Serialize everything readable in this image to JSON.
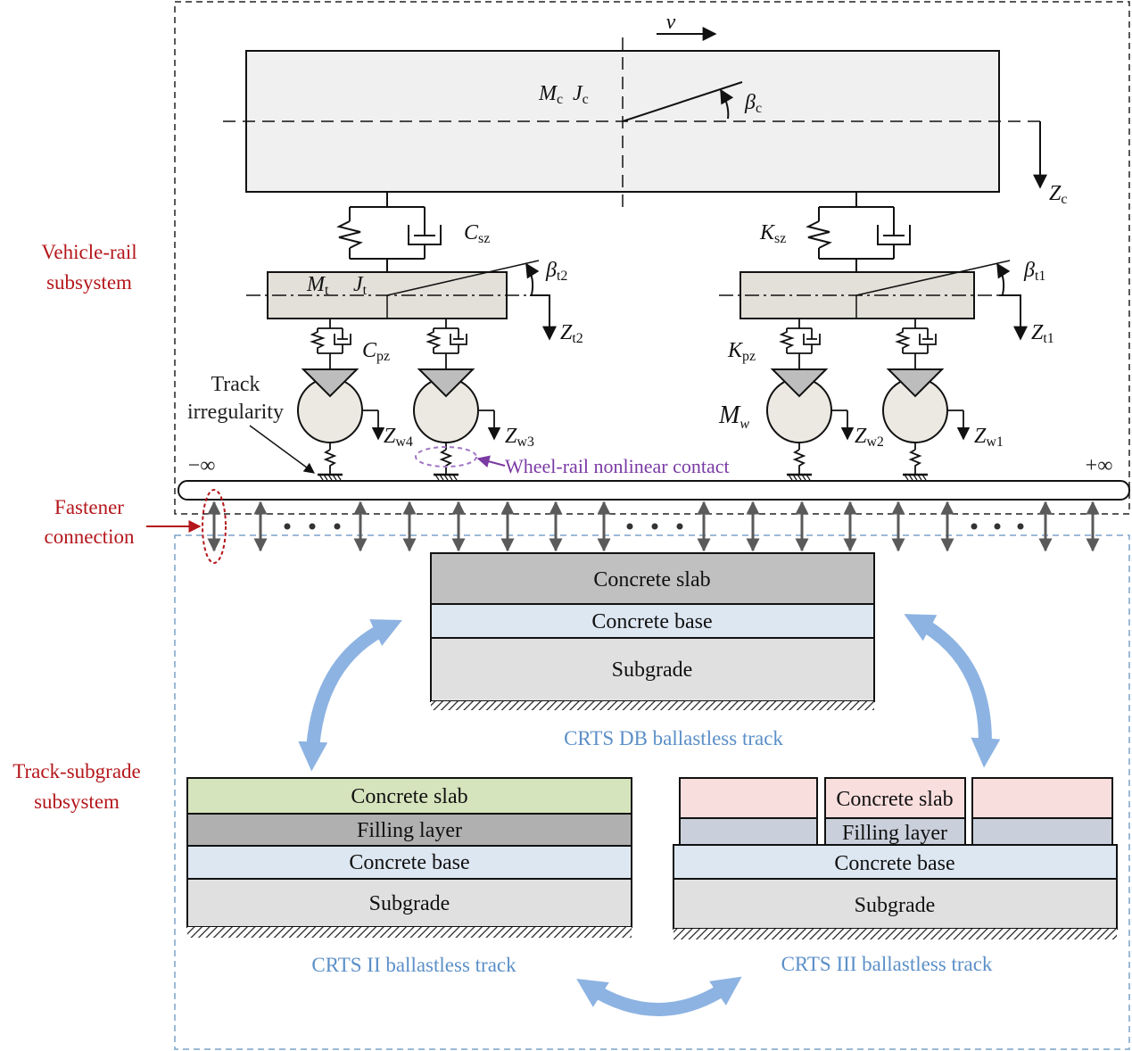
{
  "subsystems": {
    "vehicle_rail_line1": "Vehicle-rail",
    "vehicle_rail_line2": "subsystem",
    "fastener_line1": "Fastener",
    "fastener_line2": "connection",
    "track_subgrade_line1": "Track-subgrade",
    "track_subgrade_line2": "subsystem"
  },
  "vehicle": {
    "velocity": "v",
    "car_mass": "M",
    "car_mass_sub": "c",
    "car_inertia": "J",
    "car_inertia_sub": "c",
    "car_pitch": "β",
    "car_pitch_sub": "c",
    "car_bounce": "Z",
    "car_bounce_sub": "c",
    "secondary_damping": "C",
    "secondary_damping_sub": "sz",
    "secondary_stiffness": "K",
    "secondary_stiffness_sub": "sz",
    "bogie_mass": "M",
    "bogie_mass_sub": "t",
    "bogie_inertia": "J",
    "bogie_inertia_sub": "t",
    "bogie2_pitch": "β",
    "bogie2_pitch_sub": "t2",
    "bogie1_pitch": "β",
    "bogie1_pitch_sub": "t1",
    "bogie2_bounce": "Z",
    "bogie2_bounce_sub": "t2",
    "bogie1_bounce": "Z",
    "bogie1_bounce_sub": "t1",
    "primary_damping": "C",
    "primary_damping_sub": "pz",
    "primary_stiffness": "K",
    "primary_stiffness_sub": "pz",
    "wheel_mass": "M",
    "wheel_mass_sub": "w",
    "wheel4": "Z",
    "wheel4_sub": "w4",
    "wheel3": "Z",
    "wheel3_sub": "w3",
    "wheel2": "Z",
    "wheel2_sub": "w2",
    "wheel1": "Z",
    "wheel1_sub": "w1"
  },
  "annotations": {
    "track_irregularity_line1": "Track",
    "track_irregularity_line2": "irregularity",
    "wheel_rail_contact": "Wheel-rail nonlinear contact",
    "minus_infinity": "−∞",
    "plus_infinity": "+∞"
  },
  "tracks": {
    "db": {
      "caption": "CRTS DB ballastless track",
      "layers": [
        "Concrete slab",
        "Concrete base",
        "Subgrade"
      ]
    },
    "ii": {
      "caption": "CRTS II ballastless track",
      "layers": [
        "Concrete slab",
        "Filling layer",
        "Concrete base",
        "Subgrade"
      ]
    },
    "iii": {
      "caption": "CRTS III ballastless track",
      "layers": [
        "Concrete slab",
        "Filling layer",
        "Concrete base",
        "Subgrade"
      ]
    }
  },
  "colors": {
    "subsystem_label": "#b4161b",
    "caption": "#5b8fc8",
    "contact": "#7a3aa4",
    "arrows": "#8db3e2",
    "slab_db": "#c0c0c0",
    "base_light": "#dde7f2",
    "subgrade": "#e0e0e0",
    "slab_ii": "#d6e4bd",
    "filling_ii": "#b0b0b0",
    "slab_iii": "#f8dedd",
    "filling_iii": "#c9d0db",
    "bogie": "#e2e0d8",
    "wheel": "#ece9e2"
  }
}
